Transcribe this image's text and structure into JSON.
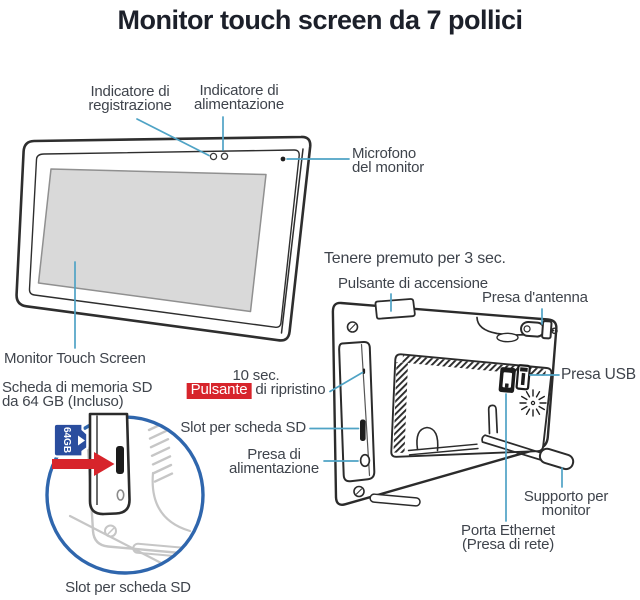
{
  "title": "Monitor touch screen da 7 pollici",
  "colors": {
    "callout_line": "#4fa3c5",
    "magnifier_circle": "#2f66ad",
    "accent_red": "#d7242b",
    "sd_card_blue": "#2a4d9e",
    "label_text": "#3f444c",
    "title_text": "#1c202a",
    "screen_gray": "#d9d9d9"
  },
  "labels": {
    "recording_indicator": {
      "line1": "Indicatore di",
      "line2": "registrazione"
    },
    "power_indicator": {
      "line1": "Indicatore di",
      "line2": "alimentazione"
    },
    "microphone": {
      "line1": "Microfono",
      "line2": "del monitor"
    },
    "touch_screen": "Monitor Touch Screen",
    "sd_memory": {
      "line1": "Scheda di memoria SD",
      "line2": "da 64 GB (Incluso)"
    },
    "hold_3s": "Tenere premuto per 3 sec.",
    "power_button": "Pulsante di accensione",
    "antenna": "Presa d'antenna",
    "usb": "Presa USB",
    "reset": {
      "duration": "10 sec.",
      "badge": "Pulsante",
      "rest": "di ripristino"
    },
    "sd_slot_mid": "Slot per scheda SD",
    "power_jack": {
      "line1": "Presa di",
      "line2": "alimentazione"
    },
    "stand": {
      "line1": "Supporto per",
      "line2": "monitor"
    },
    "ethernet": {
      "line1": "Porta Ethernet",
      "line2": "(Presa di rete)"
    },
    "sd_slot_bottom": "Slot per scheda SD",
    "sd_card_text": "64GB"
  }
}
